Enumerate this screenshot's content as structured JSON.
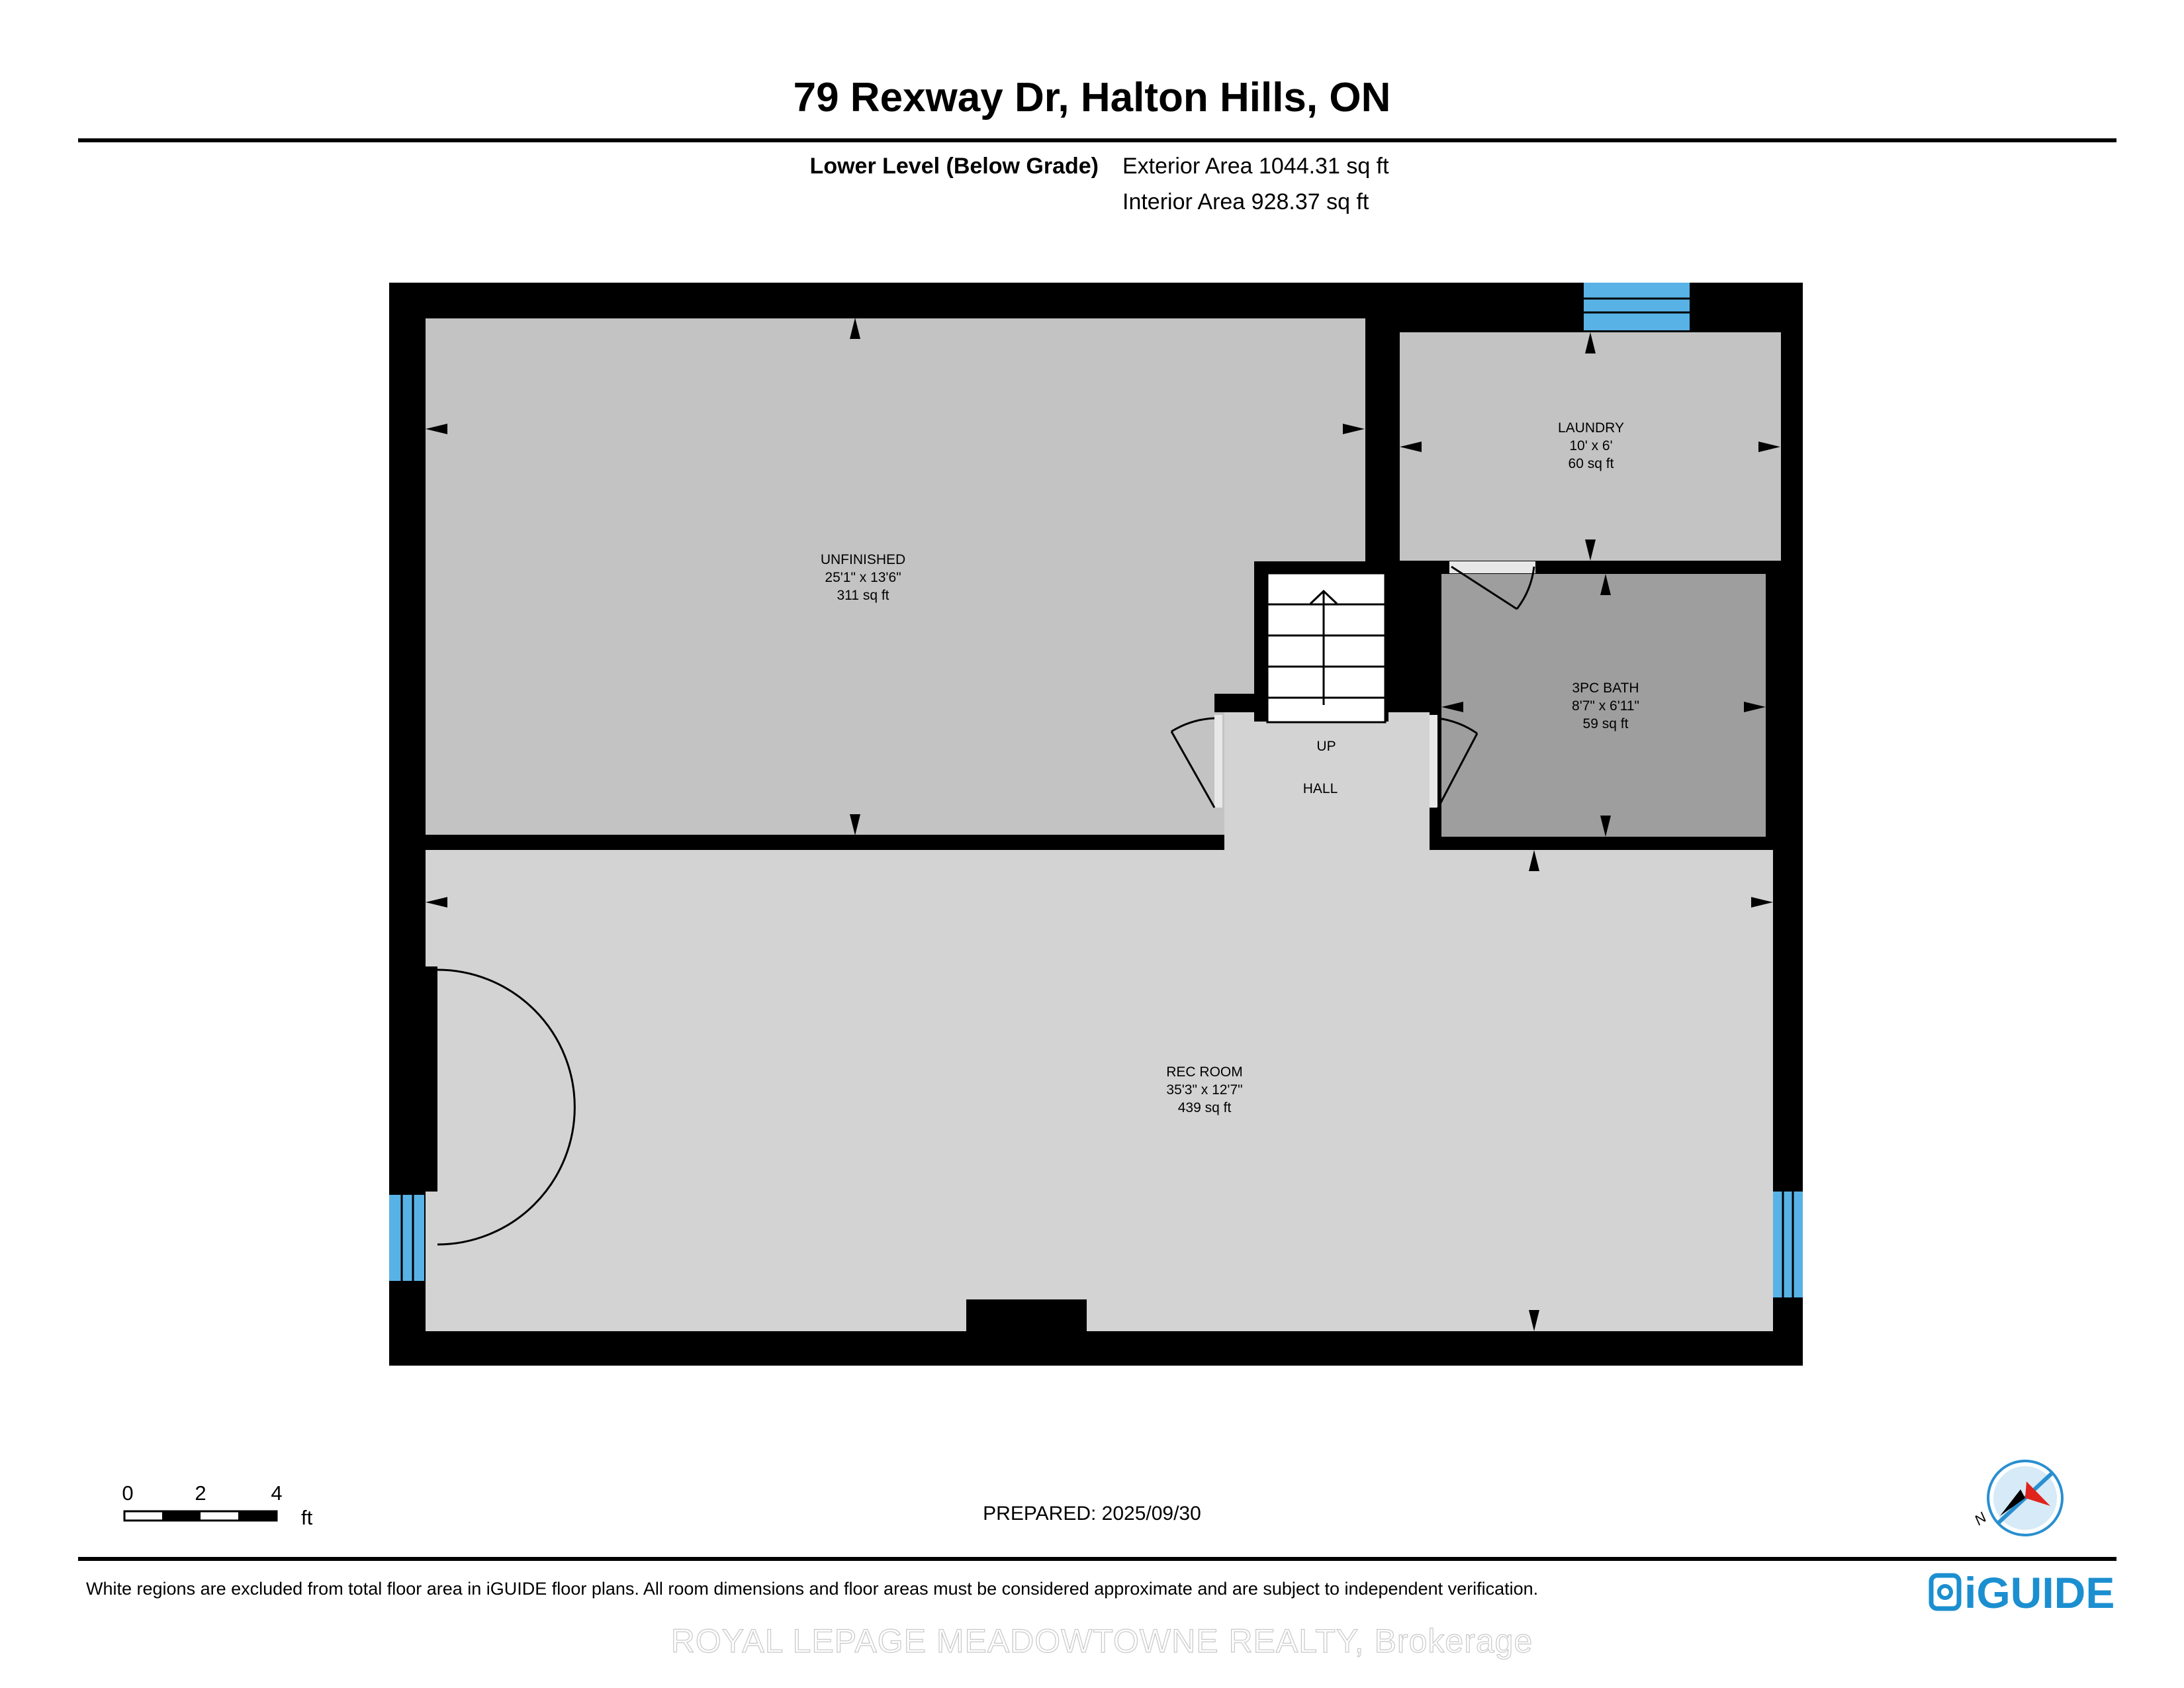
{
  "header": {
    "title": "79 Rexway Dr, Halton Hills, ON",
    "level_name": "Lower Level (Below Grade)",
    "exterior_area": "Exterior Area 1044.31 sq ft",
    "interior_area": "Interior Area 928.37 sq ft"
  },
  "rooms": {
    "unfinished": {
      "name": "UNFINISHED",
      "dims": "25'1\" x 13'6\"",
      "area": "311 sq ft"
    },
    "laundry": {
      "name": "LAUNDRY",
      "dims": "10' x 6'",
      "area": "60 sq ft"
    },
    "bath": {
      "name": "3PC BATH",
      "dims": "8'7\" x 6'11\"",
      "area": "59 sq ft"
    },
    "rec": {
      "name": "REC ROOM",
      "dims": "35'3\" x 12'7\"",
      "area": "439 sq ft"
    },
    "hall": {
      "name": "HALL"
    },
    "stairs": {
      "label": "UP"
    }
  },
  "scale": {
    "ticks": [
      "0",
      "2",
      "4"
    ],
    "unit": "ft"
  },
  "prepared": "PREPARED: 2025/09/30",
  "compass": {
    "letter": "N"
  },
  "footer": {
    "disclaimer": "White regions are excluded from total floor area in iGUIDE floor plans. All room dimensions and floor areas must be considered approximate and are subject to independent verification.",
    "brand": "iGUIDE",
    "watermark": "ROYAL LEPAGE MEADOWTOWNE REALTY, Brokerage"
  },
  "colors": {
    "room_fill": "#c3c3c3",
    "hall_fill": "#d3d3d3",
    "bath_fill": "#9e9e9e",
    "window": "#58b2e6",
    "wall": "#000000",
    "brand": "#1b8fd0",
    "compass_arrow": "#e0231c"
  }
}
